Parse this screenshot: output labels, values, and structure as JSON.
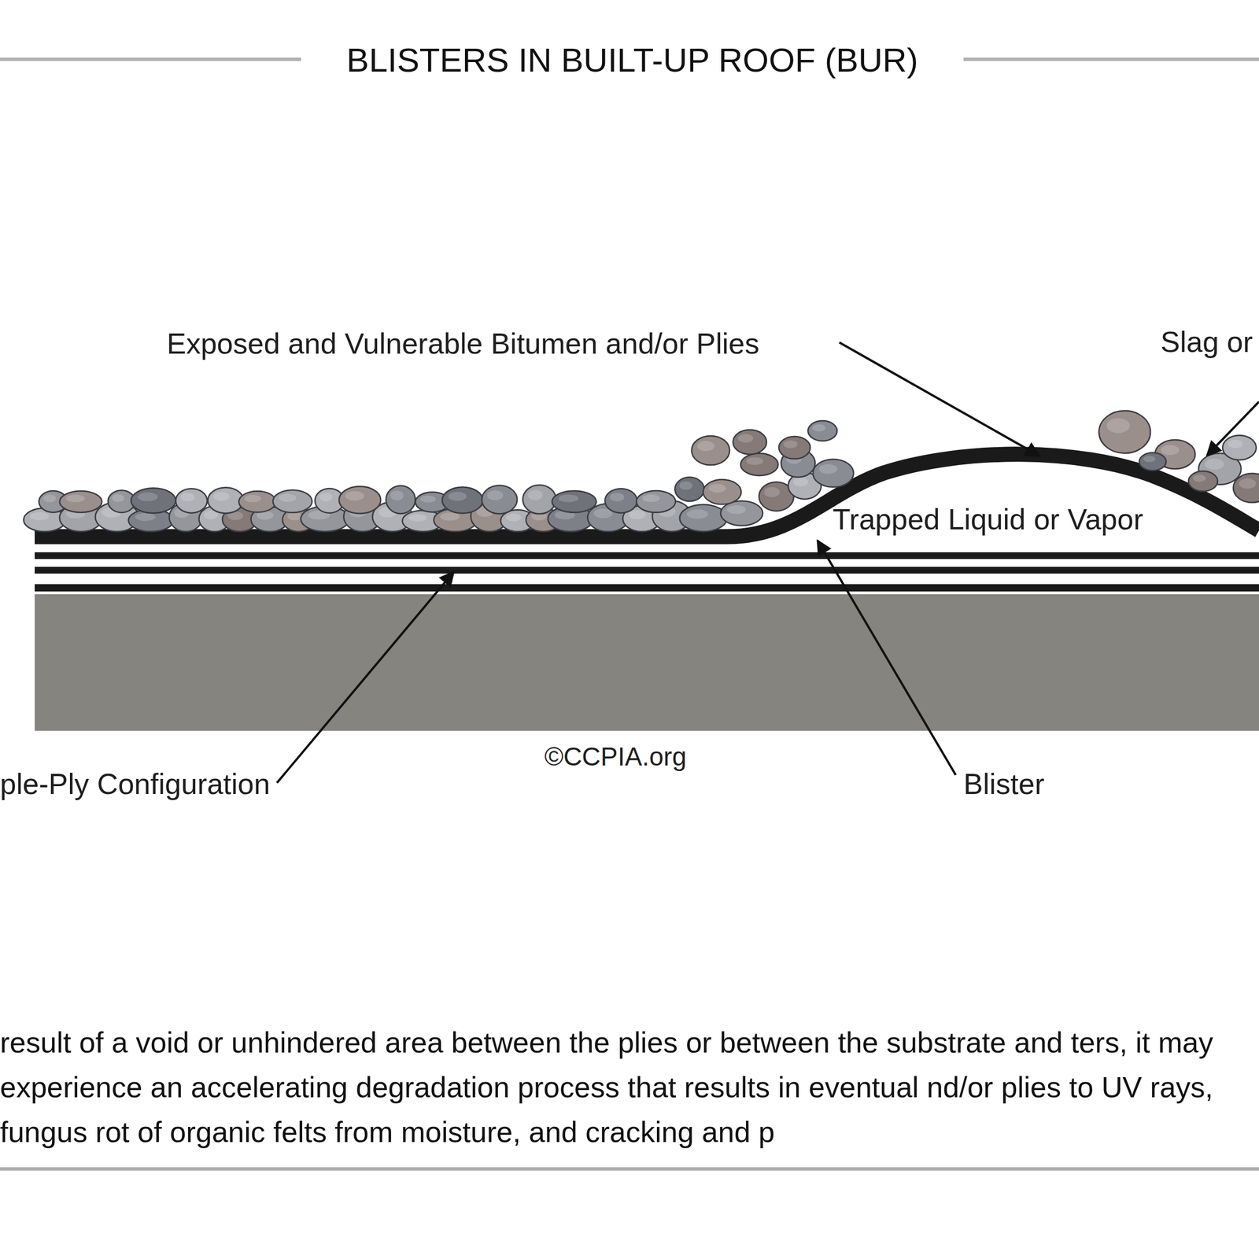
{
  "diagram": {
    "title": "BLISTERS IN BUILT-UP ROOF (BUR)",
    "caption": "result of a void or unhindered area between the plies or between the substrate and ters, it may experience an accelerating degradation process that results in eventual nd/or plies to UV rays, fungus rot of organic felts from moisture, and cracking and p",
    "labels": [
      "Exposed and Vulnerable Bitumen and/or Plies",
      "Slag or",
      "Trapped Liquid or Vapor",
      "ple-Ply Configuration",
      "©CCPIA.org",
      "Blister"
    ]
  }
}
